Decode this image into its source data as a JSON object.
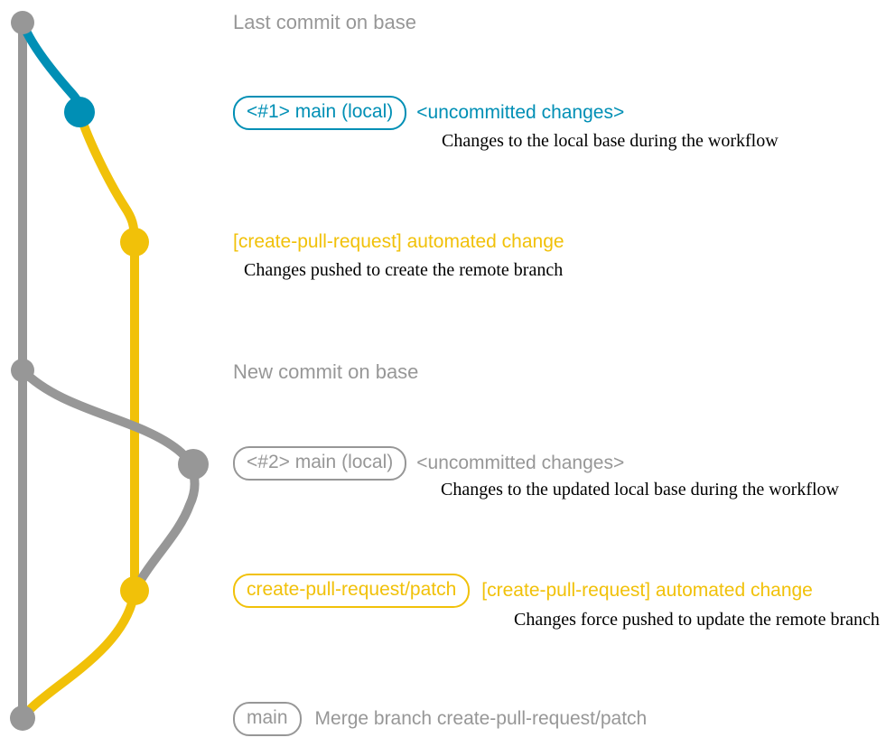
{
  "colors": {
    "gray": "#979797",
    "blue": "#008fb5",
    "yellow": "#f1c109",
    "ink": "#000000",
    "background": "#ffffff"
  },
  "graph": {
    "lanes": [
      {
        "name": "base-branch",
        "color_key": "gray"
      },
      {
        "name": "local-uncommitted-changes",
        "color_key": "blue"
      },
      {
        "name": "create-pull-request-patch",
        "color_key": "yellow"
      }
    ],
    "commit_count": 7
  },
  "rows": {
    "last_commit": {
      "heading": "Last commit on base"
    },
    "first_local": {
      "branch_label": "<#1> main (local)",
      "status": "<uncommitted changes>",
      "description": "Changes to the local base during the workflow"
    },
    "first_push": {
      "heading": "[create-pull-request] automated change",
      "description": "Changes pushed to create the remote branch"
    },
    "new_commit": {
      "heading": "New commit on base"
    },
    "second_local": {
      "branch_label": "<#2> main (local)",
      "status": "<uncommitted changes>",
      "description": "Changes to the updated local base during the workflow"
    },
    "force_push": {
      "branch_label": "create-pull-request/patch",
      "heading": "[create-pull-request] automated change",
      "description": "Changes force pushed to update the remote branch"
    },
    "merge": {
      "branch_label": "main",
      "message": "Merge branch create-pull-request/patch"
    }
  }
}
